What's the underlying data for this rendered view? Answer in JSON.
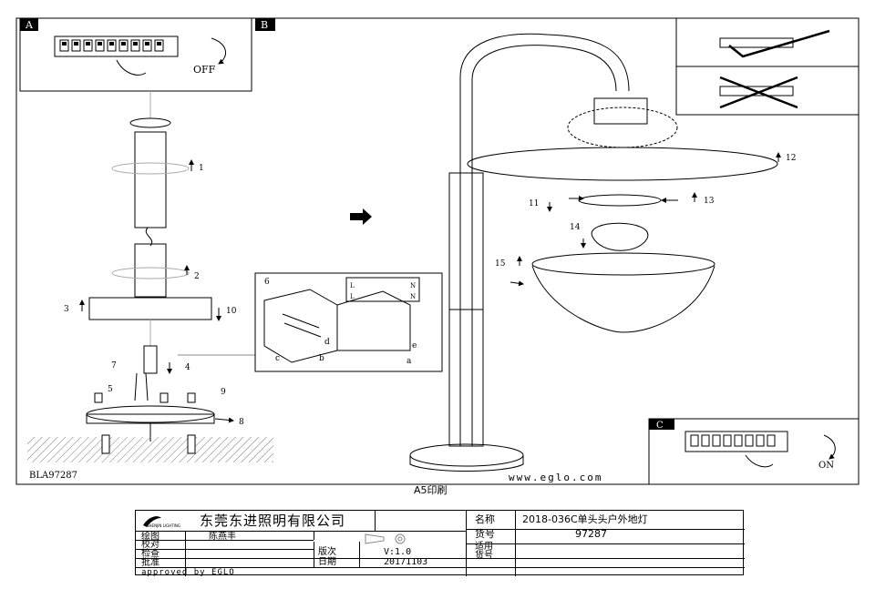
{
  "panels": {
    "a_label": "A",
    "b_label": "B",
    "c_label": "C",
    "off_label": "OFF",
    "on_label": "ON"
  },
  "callouts": {
    "n1": "1",
    "n2": "2",
    "n3": "3",
    "n4": "4",
    "n5": "5",
    "n6": "6",
    "n7": "7",
    "n8": "8",
    "n9": "9",
    "n10": "10",
    "n11": "11",
    "n12": "12",
    "n13": "13",
    "n14": "14",
    "n15": "15",
    "la": "a",
    "lb": "b",
    "lc": "c",
    "ld": "d",
    "le": "e",
    "tl1": "L",
    "tn1": "N",
    "tl2": "L",
    "tn2": "N"
  },
  "model_code": "BLA97287",
  "website": "www.eglo.com",
  "print_note": "A5印刷",
  "title_block": {
    "logo_text": "SHENJIN LIGHTING",
    "company": "东莞东进照明有限公司",
    "name_label": "名称",
    "name_value": "2018-036C单头头户外地灯",
    "model_label": "货号",
    "model_value": "97287",
    "drawn_label": "绘图",
    "drawn_value": "陈燕丰",
    "check1_label": "校对",
    "check2_label": "检查",
    "version_label": "版次",
    "version_value": "V:1.0",
    "applicable_label": "适用",
    "applicable_label2": "货号",
    "approve_label": "批准",
    "date_label": "日期",
    "date_value": "20171103",
    "approved_by": "approved by EGLO"
  }
}
